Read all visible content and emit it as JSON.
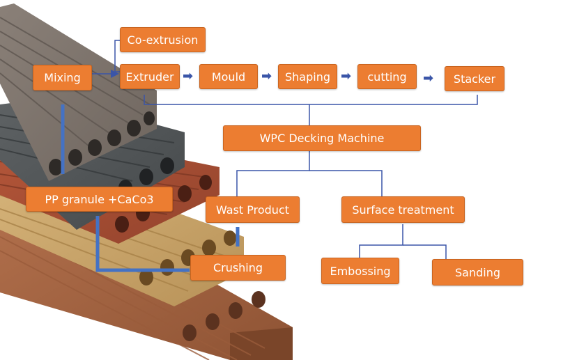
{
  "colors": {
    "box_fill": "#ec7d31",
    "box_text": "#ffffff",
    "connector": "#3a55a8",
    "accent_line": "#4472c4"
  },
  "arrow_glyph": "➡",
  "nodes": {
    "co_extrusion": "Co-extrusion",
    "mixing": "Mixing",
    "extruder": "Extruder",
    "mould": "Mould",
    "shaping": "Shaping",
    "cutting": "cutting",
    "stacker": "Stacker",
    "wpc_decking_machine": "WPC Decking Machine",
    "pp_granule": "PP granule +CaCo3",
    "wast_product": "Wast Product",
    "surface_treatment": "Surface treatment",
    "crushing": "Crushing",
    "embossing": "Embossing",
    "sanding": "Sanding"
  }
}
